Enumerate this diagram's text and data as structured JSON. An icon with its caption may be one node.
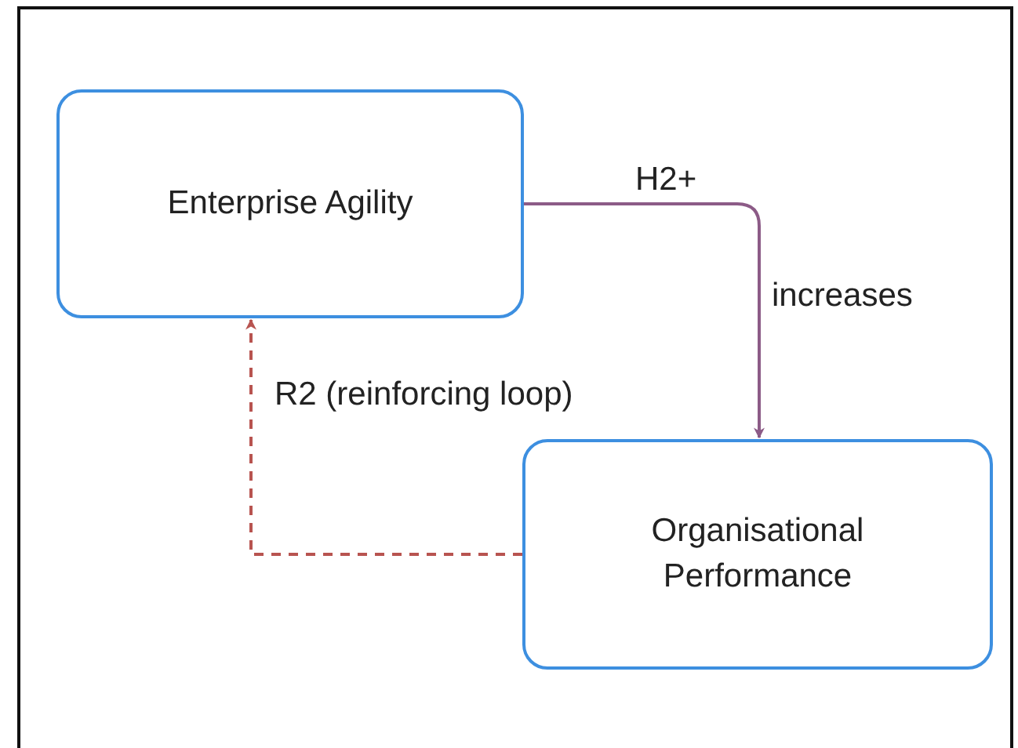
{
  "diagram": {
    "nodes": [
      {
        "text": [
          "Enterprise Agility"
        ]
      },
      {
        "text": [
          "Organisational Performance"
        ]
      }
    ],
    "edges": [
      {
        "from": 0,
        "to": 1,
        "arrow": "to",
        "label": "H2+",
        "color": "#8c5b87"
      },
      {
        "from": 1,
        "to": 0,
        "arrow": "to",
        "label": "R2 (reinforcing loop)",
        "style": "dashed",
        "color": "#b85450"
      }
    ],
    "labels": [
      "increases"
    ]
  }
}
